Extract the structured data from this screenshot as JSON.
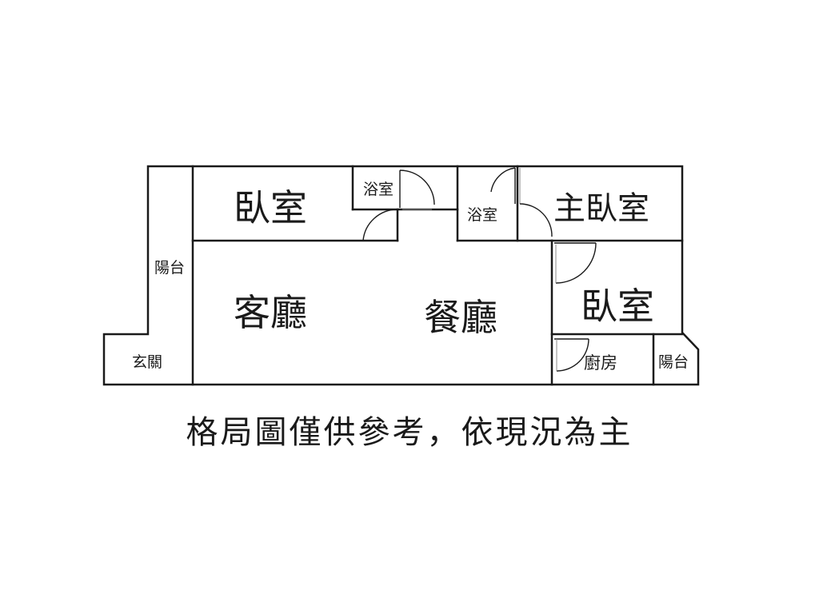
{
  "rooms": {
    "bedroom_top_left": "臥室",
    "bath_1": "浴室",
    "bath_2": "浴室",
    "master_bedroom": "主臥室",
    "bedroom_right": "臥室",
    "balcony_left": "陽台",
    "living_room": "客廳",
    "dining_room": "餐廳",
    "entrance": "玄關",
    "kitchen": "廚房",
    "balcony_right": "陽台"
  },
  "disclaimer": "格局圖僅供參考，依現況為主",
  "colors": {
    "line": "#1a1a1a",
    "background": "#ffffff"
  }
}
